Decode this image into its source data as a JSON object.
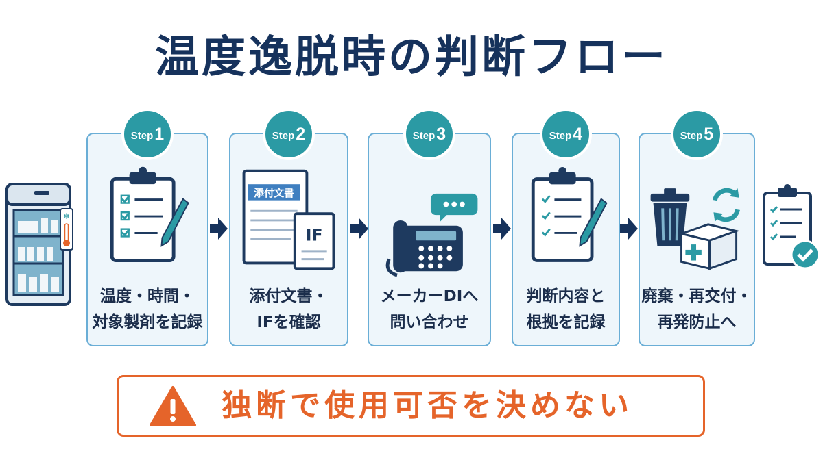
{
  "title": "温度逸脱時の判断フロー",
  "steps": [
    {
      "prefix": "Step",
      "num": "1",
      "line1": "温度・時間・",
      "line2": "対象製剤を記録"
    },
    {
      "prefix": "Step",
      "num": "2",
      "line1": "添付文書・",
      "line2": "IFを確認",
      "doc_tag": "添付文書",
      "if_label": "IF"
    },
    {
      "prefix": "Step",
      "num": "3",
      "line1": "メーカーDIへ",
      "line2": "問い合わせ"
    },
    {
      "prefix": "Step",
      "num": "4",
      "line1": "判断内容と",
      "line2": "根拠を記録"
    },
    {
      "prefix": "Step",
      "num": "5",
      "line1": "廃棄・再交付・",
      "line2": "再発防止へ"
    }
  ],
  "warning": {
    "text": "独断で使用可否を決めない",
    "icon": "warning-icon"
  },
  "colors": {
    "navy": "#16325c",
    "teal": "#2b9aa4",
    "orange": "#e5642a",
    "card_bg": "#eef6fb",
    "card_border": "#6aaed6"
  }
}
